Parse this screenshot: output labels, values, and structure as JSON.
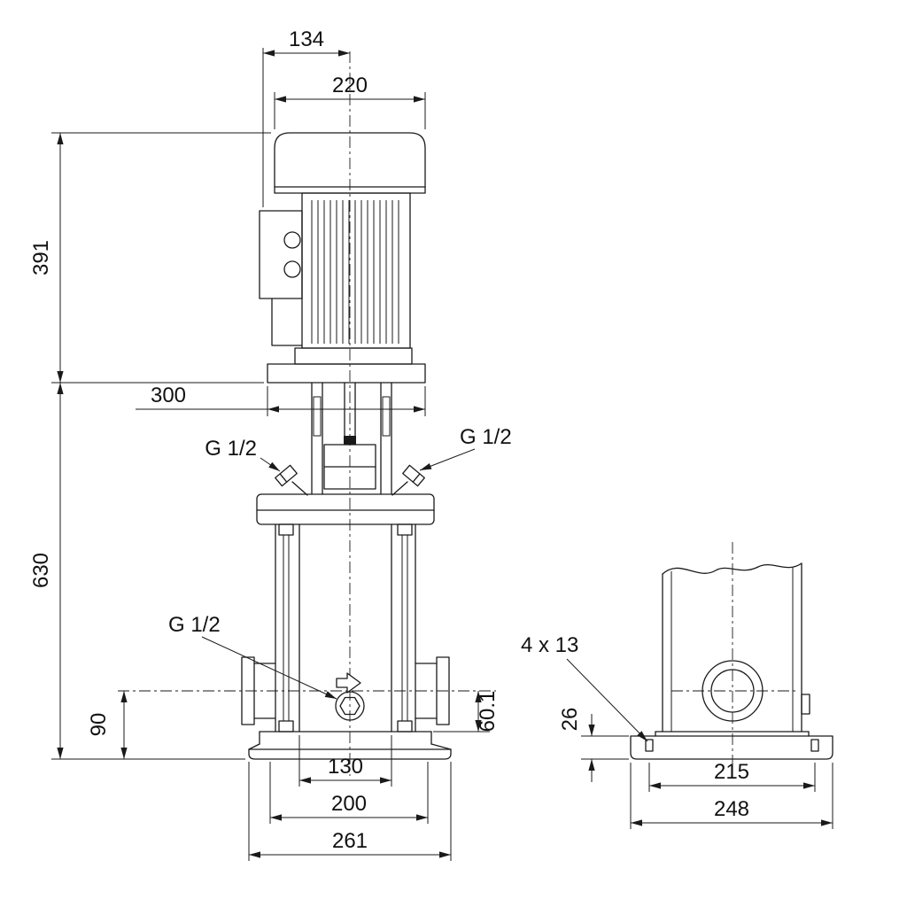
{
  "front_view": {
    "dim_cap_to_terminal": "134",
    "dim_motor_width": "220",
    "dim_motor_height": "391",
    "dim_flange_width": "300",
    "dim_pump_height": "630",
    "dim_port_height": "90",
    "dim_port_to_base": "60.1",
    "dim_base_inner": "130",
    "dim_base_middle": "200",
    "dim_base_width": "261",
    "label_vent_left": "G 1/2",
    "label_vent_right": "G 1/2",
    "label_drain": "G 1/2"
  },
  "side_view": {
    "label_slot": "4 x 13",
    "dim_base_height": "26",
    "dim_slot_spacing": "215",
    "dim_base_depth": "248"
  }
}
